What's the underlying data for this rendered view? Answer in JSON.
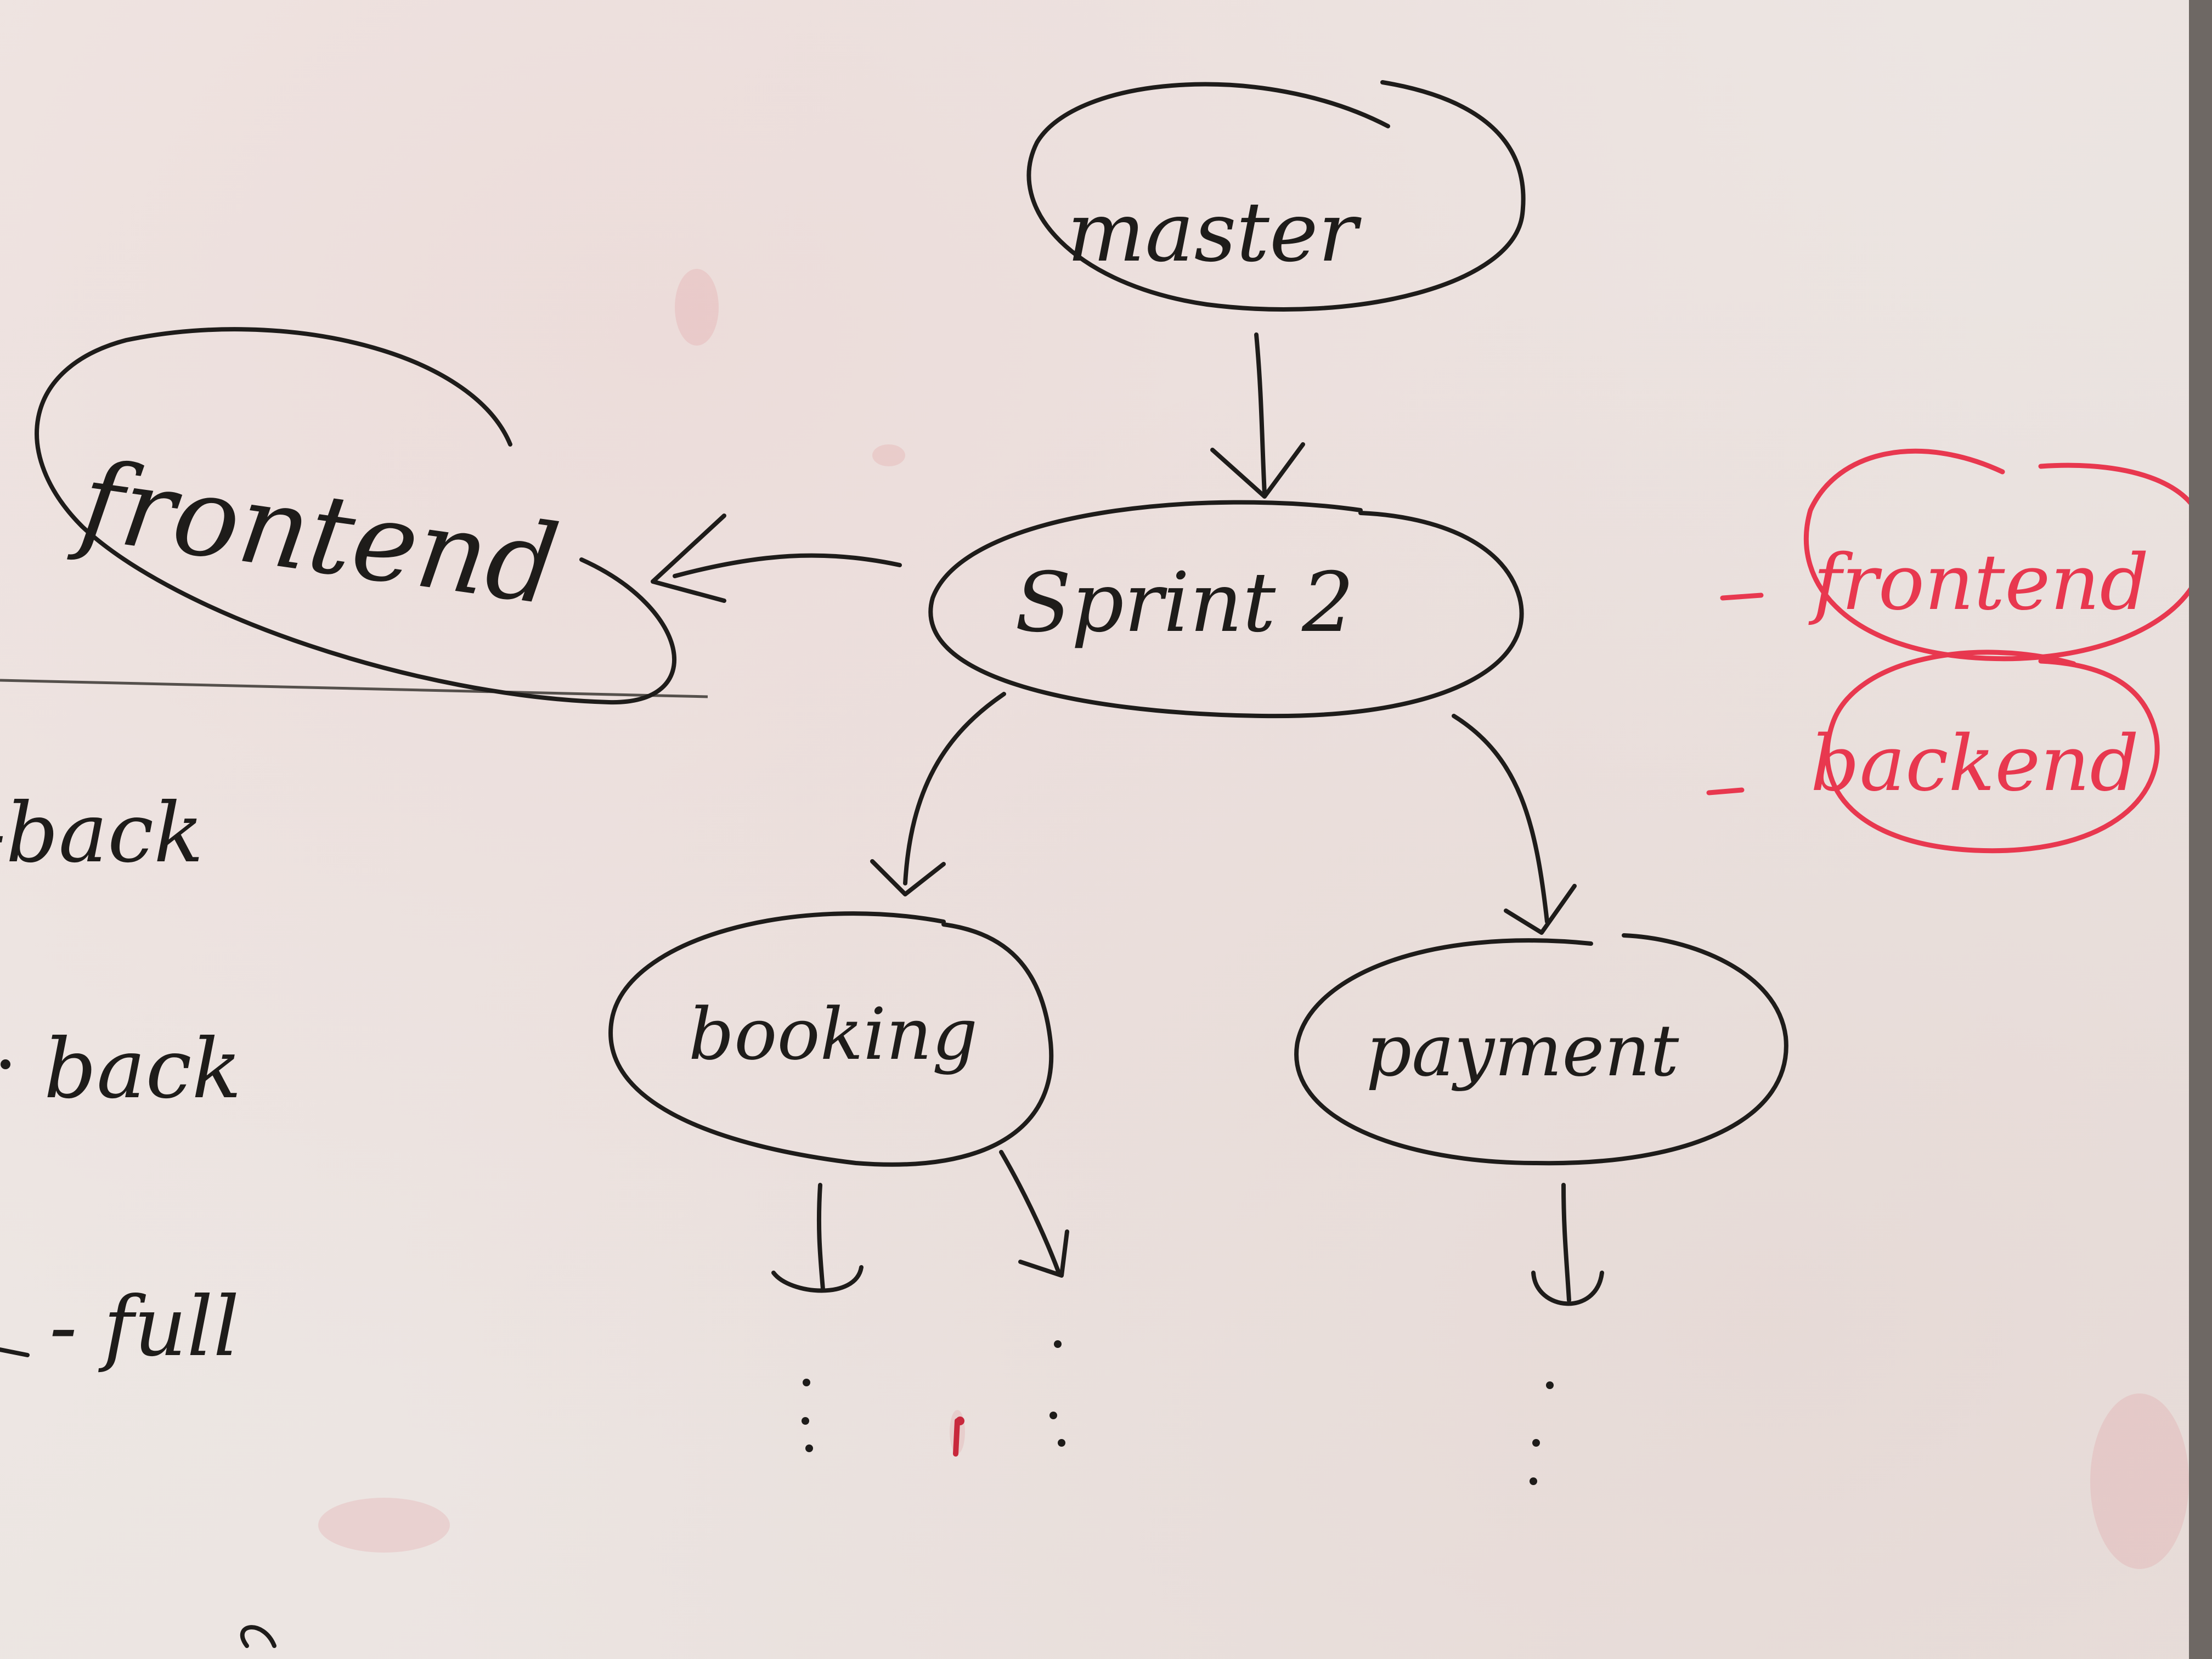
{
  "whiteboard": {
    "nodes": {
      "master": "master",
      "sprint": "Sprint 2",
      "frontend": "frontend",
      "booking": "booking",
      "payment": "payment"
    },
    "side_notes": {
      "back_1": "-back",
      "back_2": "back",
      "full": "- full"
    },
    "legend": {
      "frontend": "frontend",
      "backend": "backend"
    },
    "colors": {
      "ink": "#1e1c1a",
      "red_marker": "#e8384f",
      "board": "#ece5e2"
    }
  }
}
